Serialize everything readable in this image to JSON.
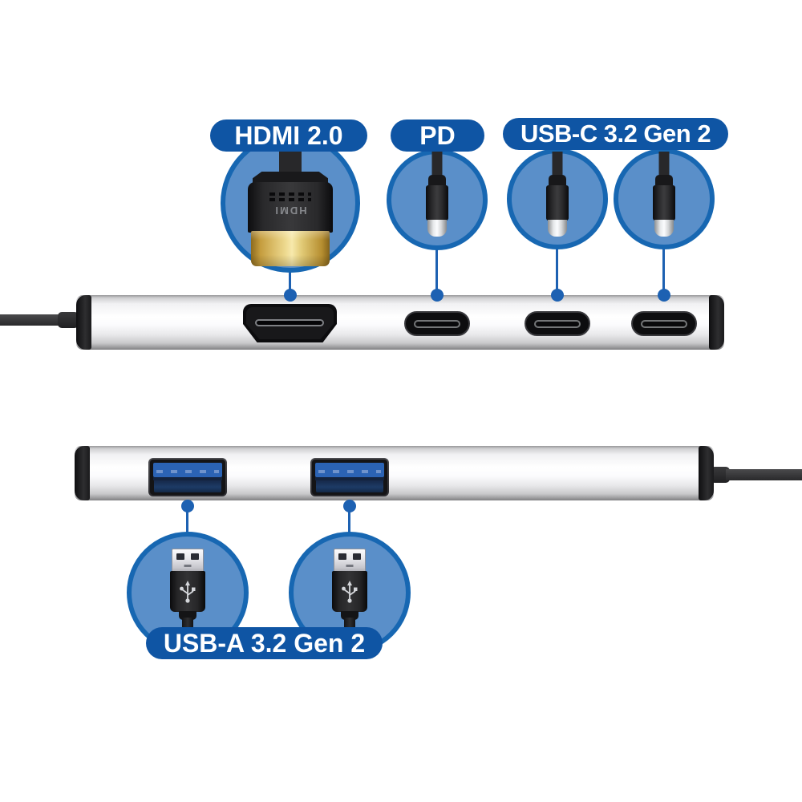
{
  "callouts": {
    "hdmi": {
      "label": "HDMI 2.0",
      "connector_marking": "HDMI"
    },
    "pd": {
      "label": "PD"
    },
    "usb_c": {
      "label": "USB-C 3.2 Gen 2"
    },
    "usb_a": {
      "label": "USB-A 3.2 Gen 2"
    }
  },
  "colors": {
    "label_background": "#0f55a4",
    "label_text": "#ffffff",
    "circle_fill": "#5a8fc9",
    "circle_border": "#1767b2",
    "pointer_blue": "#1d61b2",
    "usb_tongue_blue": "#2b63b4",
    "hdmi_gold": "#eeda90",
    "hub_silver": "#f1f1f3",
    "connector_black": "#29292b"
  }
}
